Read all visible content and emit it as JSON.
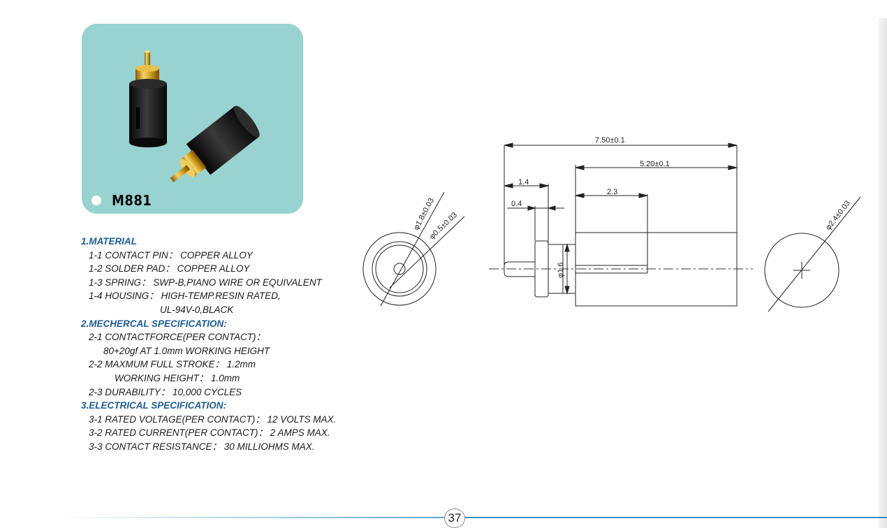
{
  "product": {
    "model": "M881",
    "colors": {
      "card": "#98d2d1",
      "housing": "#141414",
      "plating": "#d4a21c"
    }
  },
  "specs": {
    "material": {
      "heading": "1.MATERIAL",
      "lines": [
        "1-1 CONTACT PIN：  COPPER ALLOY",
        "1-2 SOLDER PAD：  COPPER ALLOY",
        "1-3 SPRING：  SWP-B,PIANO WIRE OR EQUIVALENT",
        "1-4 HOUSING：  HIGH-TEMP.RESIN RATED,",
        "UL-94V-0,BLACK"
      ]
    },
    "mechanical": {
      "heading": "2.MECHERCAL SPECIFICATION:",
      "lines": [
        "2-1 CONTACTFORCE(PER CONTACT)：",
        "80+20gf AT 1.0mm WORKING HEIGHT",
        "2-2 MAXMUM FULL STROKE：  1.2mm",
        "WORKING HEIGHT：  1.0mm",
        "2-3 DURABILITY：  10,000 CYCLES"
      ]
    },
    "electrical": {
      "heading": "3.ELECTRICAL SPECIFICATION:",
      "lines": [
        "3-1 RATED VOLTAGE(PER CONTACT)：  12 VOLTS MAX.",
        "3-2 RATED CURRENT(PER CONTACT)：  2 AMPS MAX.",
        "3-3 CONTACT RESISTANCE：  30 MILLIOHMS MAX."
      ]
    }
  },
  "drawing": {
    "dim_total_length": "7.50±0.1",
    "dim_housing_length": "5.20±0.1",
    "dim_head_offset": "1.4",
    "dim_flange": "0.4",
    "dim_slot_depth": "2.3",
    "dim_shaft_dia": "φ1.6",
    "dim_front_outer_dia": "φ1.8±0.03",
    "dim_front_inner_dia": "φ0.5±0.03",
    "dim_rear_dia": "φ2.4±0.03"
  },
  "footer": {
    "page_number": "37"
  }
}
